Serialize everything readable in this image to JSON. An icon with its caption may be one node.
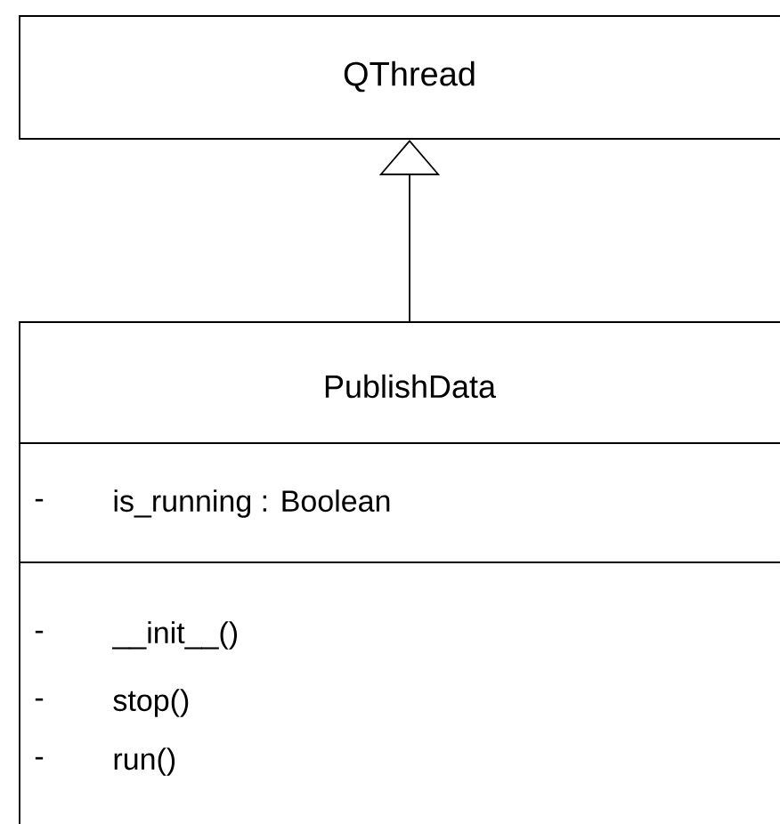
{
  "diagram": {
    "nodes": [
      {
        "text": [
          "QThread"
        ]
      },
      {
        "text": [
          "PublishData",
          "-",
          "is_running : Boolean",
          "-",
          "__init__()",
          "-",
          "stop()",
          "-",
          "run()"
        ]
      }
    ],
    "edges": [
      {
        "from": 1,
        "to": 0,
        "arrow": "to"
      }
    ]
  }
}
